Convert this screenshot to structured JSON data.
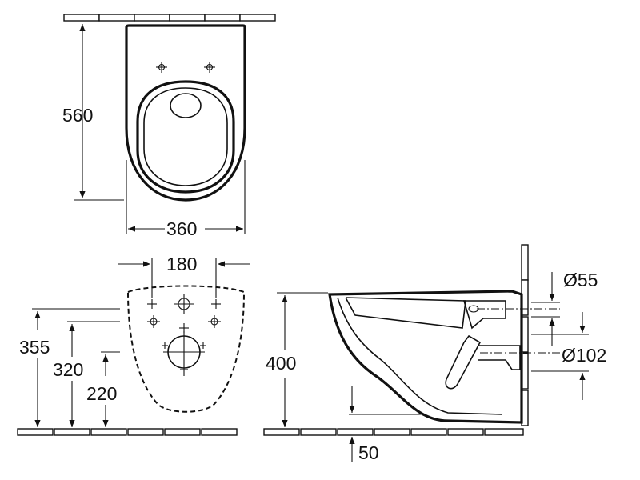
{
  "colors": {
    "line": "#111111",
    "background": "#ffffff"
  },
  "top_view": {
    "depth_label": "560",
    "width_label": "360"
  },
  "front_view": {
    "fixing_spacing_label": "180",
    "height_355_label": "355",
    "height_320_label": "320",
    "height_220_label": "220"
  },
  "side_view": {
    "rim_height_label": "400",
    "offset_label": "50",
    "inlet_diameter_label": "Ø55",
    "outlet_diameter_label": "Ø102"
  }
}
